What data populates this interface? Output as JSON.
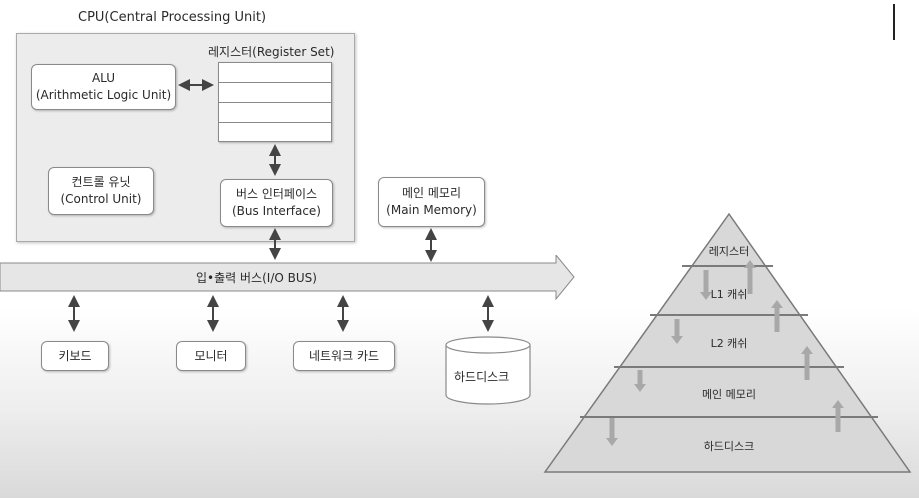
{
  "cpu": {
    "title": "CPU(Central Processing Unit)",
    "alu": {
      "line1": "ALU",
      "line2": "(Arithmetic Logic Unit)"
    },
    "register_set_label": "레지스터(Register Set)",
    "control_unit": {
      "line1": "컨트롤 유닛",
      "line2": "(Control Unit)"
    },
    "bus_interface": {
      "line1": "버스 인터페이스",
      "line2": "(Bus Interface)"
    }
  },
  "main_memory": {
    "line1": "메인 메모리",
    "line2": "(Main Memory)"
  },
  "io_bus": {
    "label": "입•출력 버스(I/O  BUS)"
  },
  "devices": {
    "keyboard": "키보드",
    "monitor": "모니터",
    "network_card": "네트워크 카드",
    "hard_disk": "하드디스크"
  },
  "pyramid": {
    "levels": [
      "레지스터",
      "L1 캐쉬",
      "L2 캐쉬",
      "메인 메모리",
      "하드디스크"
    ]
  },
  "colors": {
    "cpu_bg": "#ececec",
    "bus_fill": "#e6e6e6",
    "arrow": "#444444",
    "pyramid_fill": "#d8d8d8"
  }
}
